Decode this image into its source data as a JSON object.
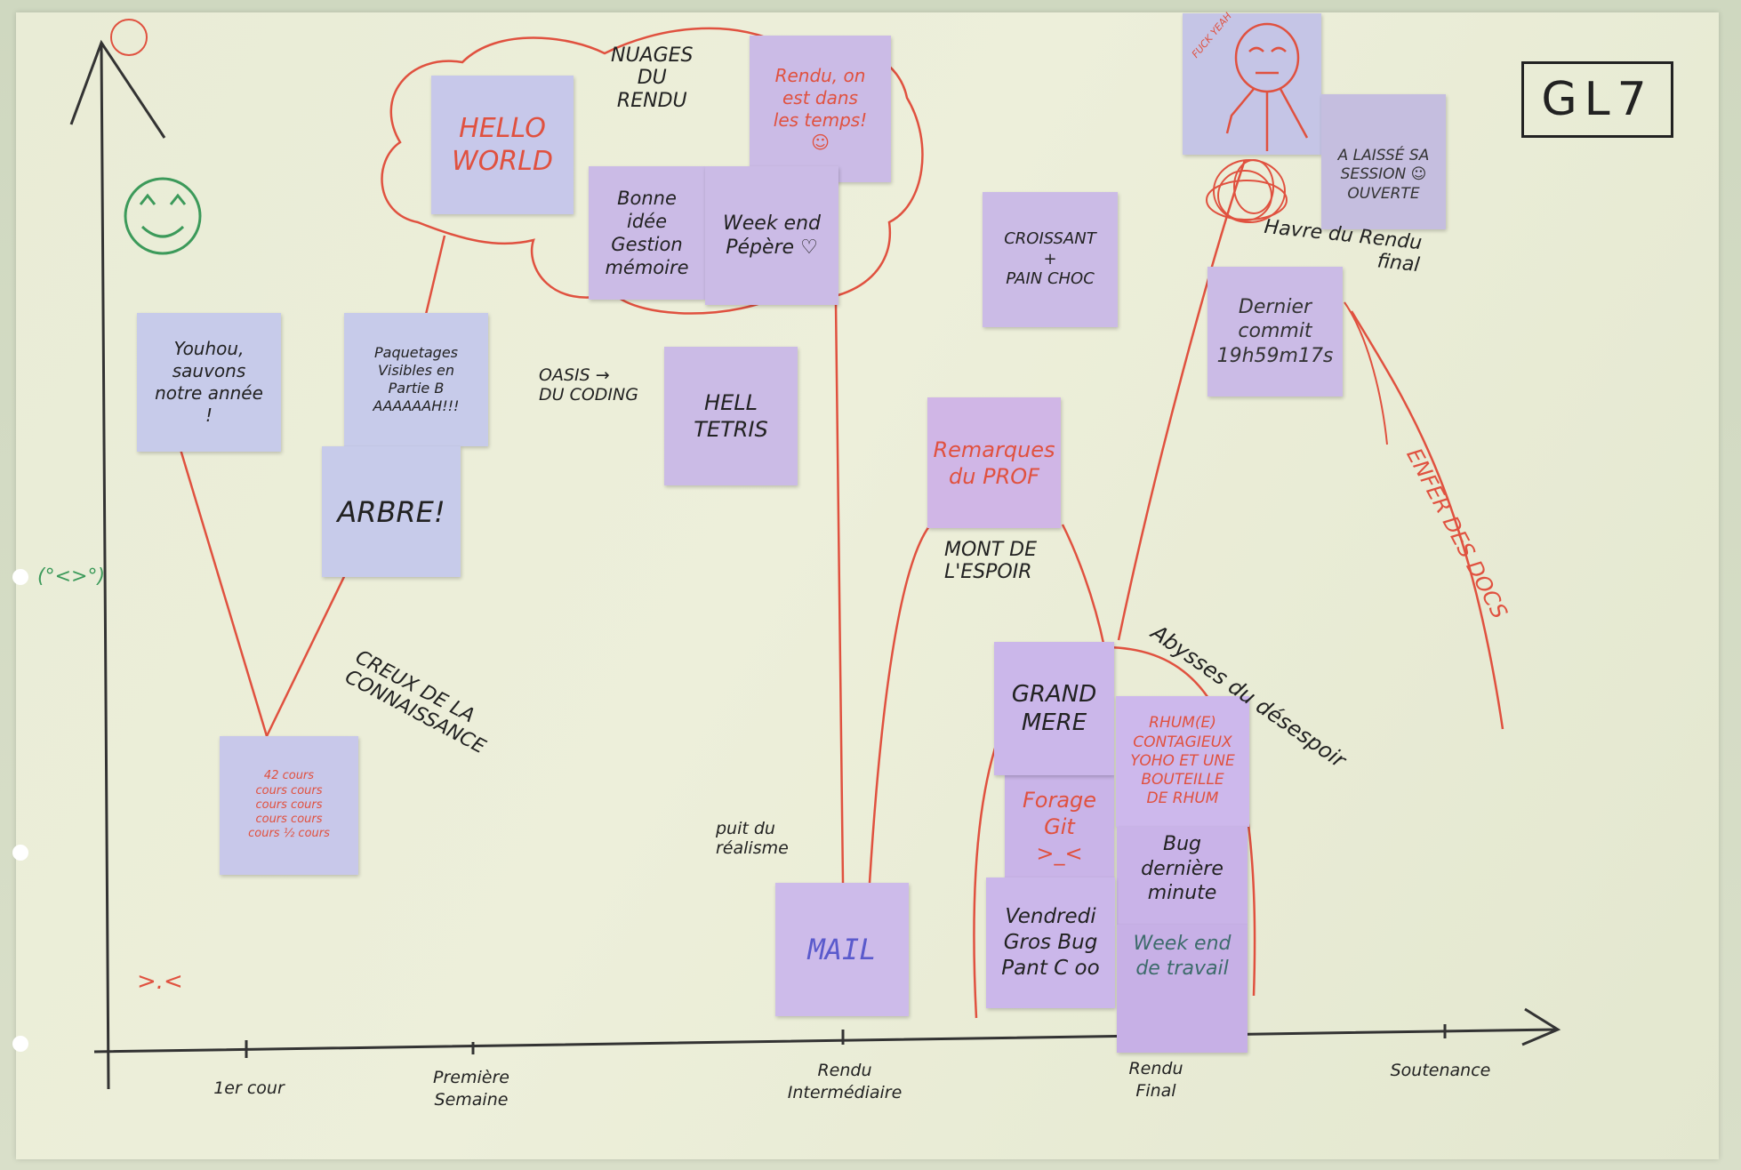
{
  "title": "GL7",
  "colors": {
    "note_purple": "#cbbbe6",
    "note_blue": "#c5c8ea",
    "ink_red": "#e0513f",
    "ink_black": "#222222",
    "ink_green": "#3c9a5a"
  },
  "notes": [
    {
      "text": "HELLO\nWORLD",
      "ink": "red"
    },
    {
      "text": "Rendu, on\nest dans\nles temps!\n☺",
      "ink": "red"
    },
    {
      "text": "Bonne\nidée\nGestion\nmémoire",
      "ink": "black"
    },
    {
      "text": "Week end\nPépère ♡",
      "ink": "black"
    },
    {
      "text": "Youhou,\nsauvons\nnotre année\n!",
      "ink": "black"
    },
    {
      "text": "Paquetages\nVisibles en\nPartie B\nAAAAAAH!!!",
      "ink": "black"
    },
    {
      "text": "ARBRE!",
      "ink": "black"
    },
    {
      "text": "HELL\nTETRIS",
      "ink": "black"
    },
    {
      "text": "CROISSANT\n+\nPAIN CHOC",
      "ink": "black"
    },
    {
      "text": "FUCK YEAH",
      "ink": "red"
    },
    {
      "text": "A LAISSÉ SA\nSESSION ☺\nOUVERTE",
      "ink": "black"
    },
    {
      "text": "Dernier\ncommit\n19h59m17s",
      "ink": "black"
    },
    {
      "text": "Remarques\ndu PROF",
      "ink": "red"
    },
    {
      "text": "MAIL",
      "ink": "blue"
    },
    {
      "text": "42 cours\ncours cours\ncours cours\ncours cours\ncours ½ cours",
      "ink": "red"
    },
    {
      "text": "GRAND\nMERE",
      "ink": "black"
    },
    {
      "text": "Forage\nGit\n>_<",
      "ink": "red"
    },
    {
      "text": "RHUM(E)\nCONTAGIEUX\nYOHO ET UNE BOUTEILLE\nDE RHUM",
      "ink": "red"
    },
    {
      "text": "Bug\ndernière\nminute",
      "ink": "black"
    },
    {
      "text": "Vendredi\nGros Bug\nPant C oo",
      "ink": "black"
    },
    {
      "text": "Week end\nde travail",
      "ink": "green"
    }
  ],
  "labels": {
    "nuages": "NUAGES\nDU\nRENDU",
    "oasis": "OASIS →\nDU CODING",
    "mont": "MONT DE\nL'ESPOIR",
    "havre": "Havre du Rendu\nfinal",
    "creux": "CREUX DE LA\nCONNAISSANCE",
    "puit": "puit du\nréalisme",
    "abysses": "Abysses du désespoir",
    "enfer": "ENFER DES DOCS",
    "frown": ">.<",
    "neutral": "(°<>°)"
  },
  "x_axis": [
    "1er cour",
    "Première\nSemaine",
    "Rendu\nIntermédiaire",
    "Rendu\nFinal",
    "Soutenance"
  ]
}
